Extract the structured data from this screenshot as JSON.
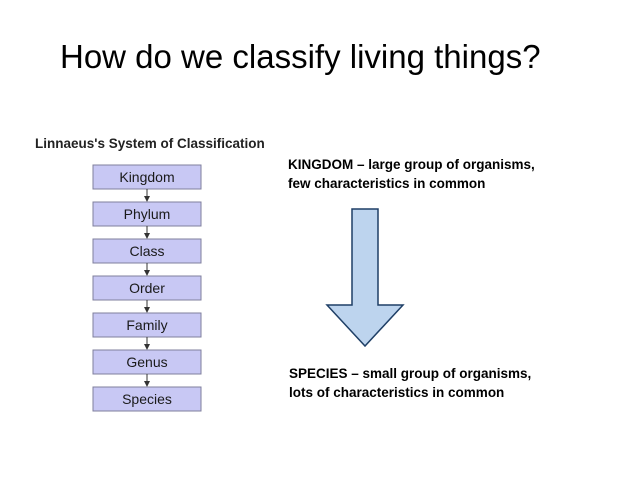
{
  "title": "How do we classify living things?",
  "diagram": {
    "heading": "Linnaeus's System of Classification",
    "ranks": [
      "Kingdom",
      "Phylum",
      "Class",
      "Order",
      "Family",
      "Genus",
      "Species"
    ],
    "box_fill": "#c8c8f4",
    "box_stroke": "#7f7f9c"
  },
  "annotations": {
    "top": {
      "line1": "KINGDOM – large group of organisms,",
      "line2": "few characteristics in common"
    },
    "bottom": {
      "line1": "SPECIES – small group of organisms,",
      "line2": "lots of characteristics in common"
    }
  },
  "arrow": {
    "fill": "#bdd4ee",
    "stroke": "#1f3f66",
    "direction": "down"
  }
}
